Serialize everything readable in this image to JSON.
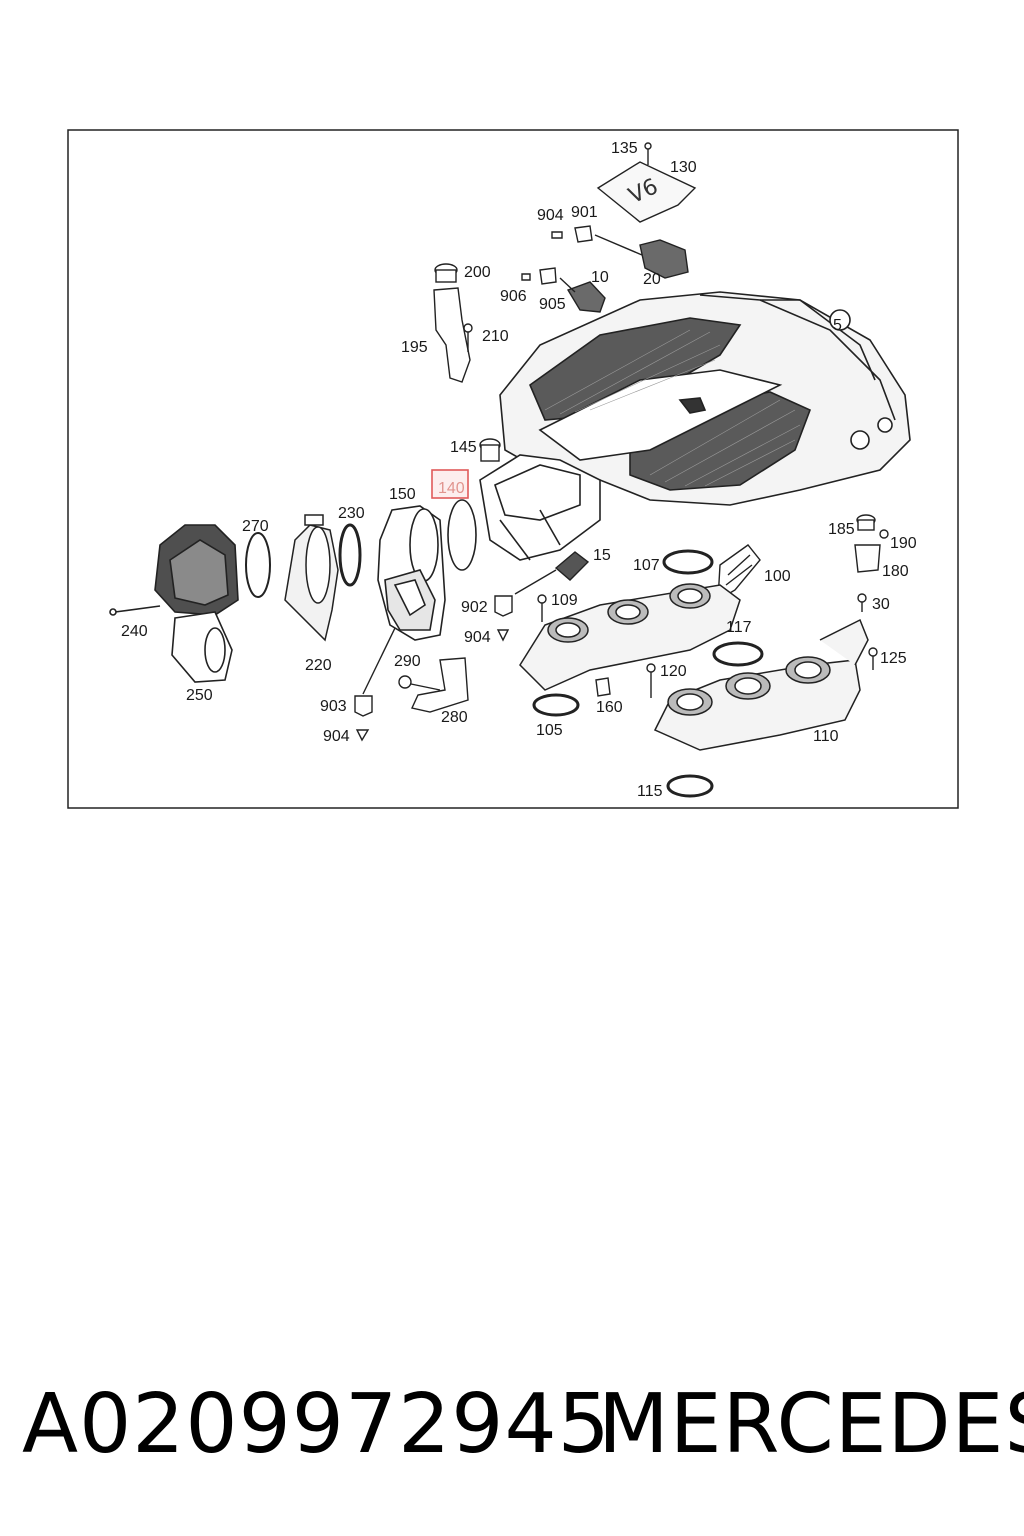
{
  "diagram": {
    "labels": {
      "l135": "135",
      "l130": "130",
      "l904a": "904",
      "l901": "901",
      "l20": "20",
      "l200": "200",
      "l906": "906",
      "l905": "905",
      "l10": "10",
      "l210": "210",
      "l195": "195",
      "l5": "5",
      "l145": "145",
      "l140": "140",
      "l150": "150",
      "l230": "230",
      "l270": "270",
      "l185": "185",
      "l190": "190",
      "l180": "180",
      "l15": "15",
      "l107": "107",
      "l100": "100",
      "l902": "902",
      "l109": "109",
      "l904b": "904",
      "l30": "30",
      "l240": "240",
      "l220": "220",
      "l117": "117",
      "l125": "125",
      "l290": "290",
      "l120": "120",
      "l250": "250",
      "l903": "903",
      "l280": "280",
      "l160": "160",
      "l105": "105",
      "l110": "110",
      "l904c": "904",
      "l115": "115"
    },
    "highlighted_part": "140",
    "highlight_color": "#e05a5a"
  },
  "footer": {
    "part_number": "A0209972945",
    "brand": "MERCEDES"
  }
}
